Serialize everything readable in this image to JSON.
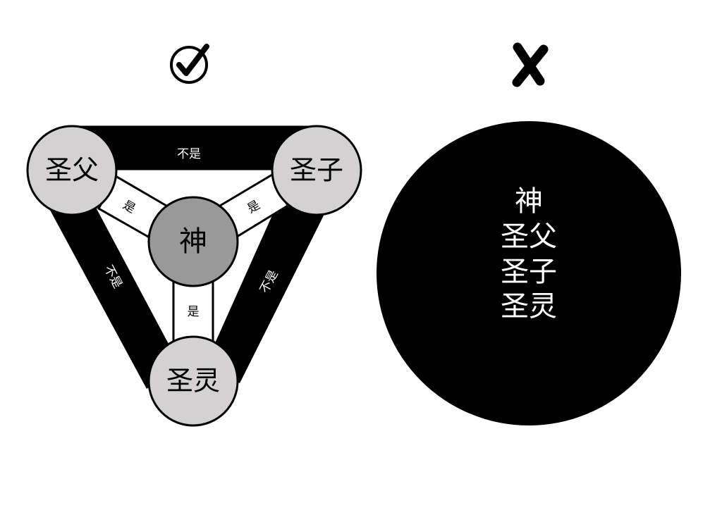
{
  "correct_mark": {
    "icon": "check-circle-icon"
  },
  "wrong_mark": {
    "icon": "cross-mark-icon"
  },
  "trinity_diagram": {
    "nodes": {
      "father": "圣父",
      "son": "圣子",
      "spirit": "圣灵",
      "god": "神"
    },
    "edges": {
      "father_son": "不是",
      "father_spirit": "不是",
      "son_spirit": "不是",
      "father_god": "是",
      "son_god": "是",
      "spirit_god": "是"
    },
    "colors": {
      "outer_band": "#000000",
      "inner_band": "#ffffff",
      "person_node": "#d3d1d1",
      "god_node": "#999999"
    }
  },
  "wrong_diagram": {
    "lines": [
      "神",
      "圣父",
      "圣子",
      "圣灵"
    ],
    "colors": {
      "circle": "#000000",
      "text": "#ffffff"
    }
  }
}
